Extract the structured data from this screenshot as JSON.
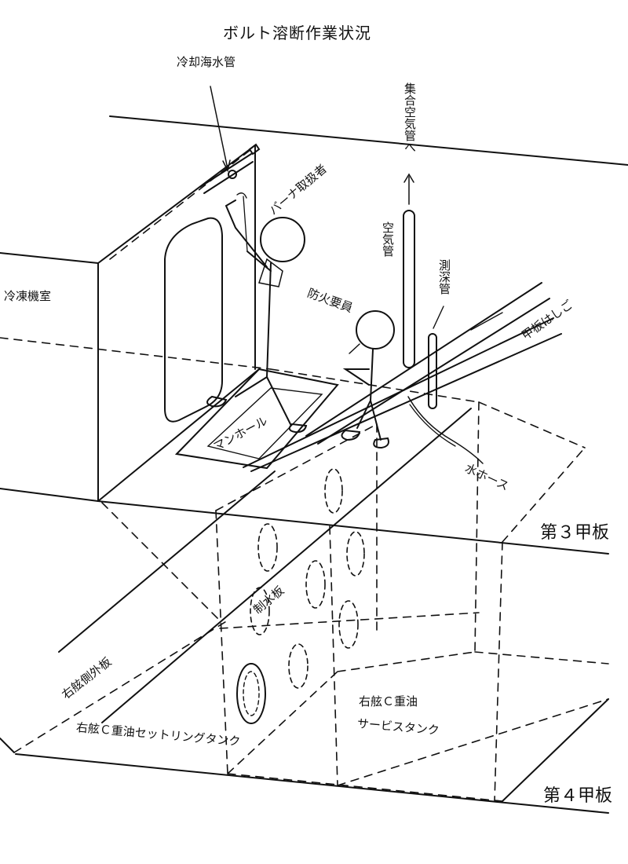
{
  "title": "ボルト溶断作業状況",
  "labels": {
    "cooling_seawater_pipe": "冷却海水管",
    "collecting_air_pipe": "集合空気管へ",
    "burner_operator": "バーナ取扱者",
    "refrigerator_room": "冷凍機室",
    "air_pipe": "空気管",
    "sounding_pipe": "測深管",
    "fire_watch": "防火要員",
    "deck_ladder": "甲板はしご",
    "manhole": "マンホール",
    "water_hose": "水ホース",
    "third_deck": "第３甲板",
    "baffle_plate": "制水板",
    "starboard_shell": "右舷側外板",
    "settling_tank": "右舷Ｃ重油セットリングタンク",
    "service_tank_line1": "右舷Ｃ重油",
    "service_tank_line2": "サービスタンク",
    "fourth_deck": "第４甲板"
  }
}
